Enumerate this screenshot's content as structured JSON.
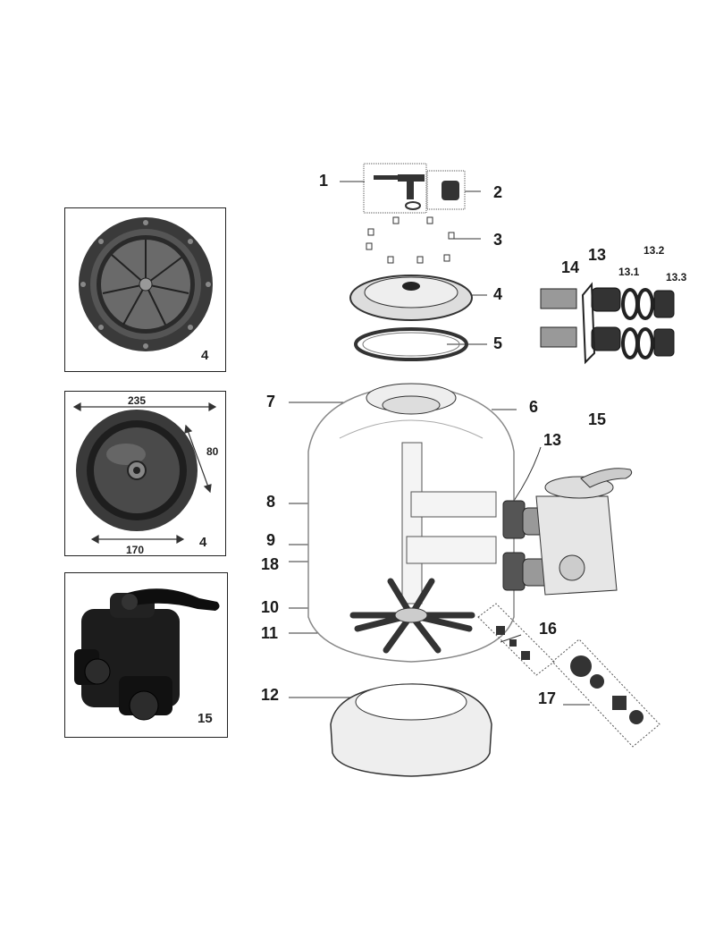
{
  "insets": [
    {
      "label": "4"
    },
    {
      "label": "4",
      "dims": {
        "width_top": "235",
        "height_right": "80",
        "width_bottom": "170"
      }
    },
    {
      "label": "15"
    }
  ],
  "callouts": {
    "c1": "1",
    "c2": "2",
    "c3": "3",
    "c4": "4",
    "c5": "5",
    "c6": "6",
    "c7": "7",
    "c8": "8",
    "c9": "9",
    "c10": "10",
    "c11": "11",
    "c12": "12",
    "c13a": "13",
    "c13b": "13",
    "c13_1": "13.1",
    "c13_2": "13.2",
    "c13_3": "13.3",
    "c14": "14",
    "c15": "15",
    "c16": "16",
    "c17": "17",
    "c18": "18"
  }
}
